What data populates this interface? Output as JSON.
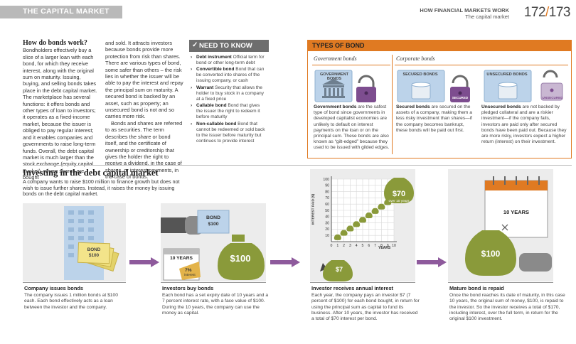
{
  "header": {
    "section": "THE CAPITAL MARKET",
    "chapter": "HOW FINANCIAL MARKETS WORK",
    "subchapter": "The capital market",
    "page_left": "172",
    "slash": "/",
    "page_right": "173"
  },
  "bonds_work": {
    "heading": "How do bonds work?",
    "col1": "Bondholders effectively buy a slice of a larger loan with each bond, for which they receive interest, along with the original sum on maturity. Issuing, buying, and selling bonds takes place in the debt capital market. The marketplace has several functions: it offers bonds and other types of loan to investors; it operates as a fixed-income market, because the issuer is obliged to pay regular interest; and it enables companies and governments to raise long-term funds. Overall, the debt capital market is much larger than the stock exchange (equity capital market), where shares are bought",
    "col2a": "and sold. It attracts investors because bonds provide more protection from risk than shares. There are various types of bond, some safer than others – the risk lies in whether the issuer will be able to pay the interest and repay the principal sum on maturity. A secured bond is backed by an asset, such as property; an unsecured bond is not and so carries more risk.",
    "col2b": "Bonds and shares are referred to as securities. The term describes the share or bond itself, and the certificate of ownership or creditorship that gives the holder the right to receive a dividend, in the case of shares, or interest payments, in the case of bonds."
  },
  "need_to_know": {
    "title": "NEED TO KNOW",
    "items": [
      {
        "term": "Debt instrument",
        "def": "Official term for bond or other long-term debt"
      },
      {
        "term": "Convertible bond",
        "def": "Bond that can be converted into shares of the issuing company, or cash"
      },
      {
        "term": "Warrant",
        "def": "Security that allows the holder to buy stock in a company at a fixed price"
      },
      {
        "term": "Callable bond",
        "def": "Bond that gives the issuer the right to redeem it before maturity"
      },
      {
        "term": "Non-callable bond",
        "def": "Bond that cannot be redeemed or sold back to the issuer before maturity but continues to provide interest"
      }
    ]
  },
  "types_of_bond": {
    "title": "TYPES OF BOND",
    "gov_heading": "Government bonds",
    "corp_heading": "Corporate bonds",
    "gov_label": "GOVERNMENT BONDS",
    "secured_label": "SECURED BONDS",
    "unsecured_label": "UNSECURED BONDS",
    "secured_tag": "SECURED",
    "unsecured_tag": "UNSECURED",
    "gov_term": "Government bonds",
    "gov_desc": " are the safest type of bond since governments in developed capitalist economies are unlikely to default on interest payments on the loan or on the principal sum. These bonds are also known as “gilt-edged” because they used to be issued with gilded edges.",
    "sec_term": "Secured bonds",
    "sec_desc": " are secured on the assets of a company, making them a less risky investment than shares—if the company becomes bankrupt, these bonds will be paid out first.",
    "unsec_term": "Unsecured bonds",
    "unsec_desc": " are not backed by pledged collateral and are a riskier investment—if the company fails, investors are paid only after secured bonds have been paid out. Because they are more risky, investors expect a higher return (interest) on their investment."
  },
  "investing": {
    "title": "Investing in the debt capital market",
    "intro": "A company wants to raise $100 million to finance growth but does not wish to issue further shares. Instead, it raises the money by issuing bonds on the debt capital market.",
    "steps": [
      {
        "caption": "Company issues bonds",
        "desc": "The company issues 1 million bonds at $100 each. Each bond effectively acts as a loan between the investor and the company."
      },
      {
        "caption": "Investors buy bonds",
        "desc": "Each bond has a set expiry date of 10 years and a 7 percent interest rate, with a face value of $100. During the 10 years, the company can use the money as capital."
      },
      {
        "caption": "Investor receives annual interest",
        "desc": "Each year, the company pays an investor $7 (7 percent of $100) for each bond bought, in return for using the principal sum as capital to fund its business. After 10 years, the investor has received a total of $70 interest per bond."
      },
      {
        "caption": "Mature bond is repaid",
        "desc": "Once the bond reaches its date of maturity, in this case 10 years, the original sum of money, $100, is repaid to the investor. So the investor receives a total of $170, including interest, over the full term, in return for the original $100 investment."
      }
    ],
    "bond_label": "BOND",
    "bond_value": "$100",
    "ten_years": "10 YEARS",
    "seven_pct": "7%",
    "interest_word": "interest",
    "bag_100": "$100",
    "bag_7": "$7",
    "bag_70": "$70",
    "over_10_years": "over 10 years"
  },
  "chart_data": {
    "type": "scatter",
    "ylabel": "INTEREST PAID ($)",
    "xlabel": "YEARS",
    "x_ticks": [
      0,
      1,
      2,
      3,
      4,
      5,
      6,
      7,
      8,
      9,
      10
    ],
    "y_ticks": [
      10,
      20,
      30,
      40,
      50,
      60,
      70,
      80,
      90,
      100
    ],
    "x": [
      1,
      2,
      3,
      4,
      5,
      6,
      7,
      8,
      9,
      10
    ],
    "y": [
      7,
      14,
      21,
      28,
      35,
      42,
      49,
      56,
      63,
      70
    ],
    "xlim": [
      0,
      10
    ],
    "ylim": [
      0,
      100
    ],
    "grid": true
  },
  "colors": {
    "orange": "#e07a22",
    "olive": "#8f9a3c",
    "bag_green": "#8a9a3a",
    "purple": "#7d4d8f",
    "arrow_purple": "#8e5a9c",
    "blue": "#bcd3ea",
    "gray_panel": "#ececec",
    "header_gray": "#b9b9b9"
  }
}
